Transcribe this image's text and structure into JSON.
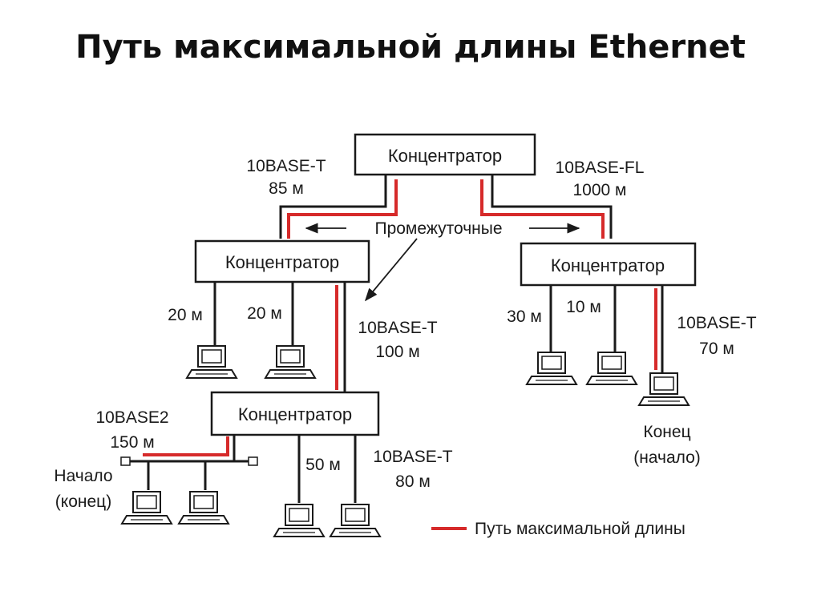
{
  "title": "Путь максимальной длины Ethernet",
  "colors": {
    "path": "#d62a2a",
    "line": "#1a1a1a"
  },
  "hubs": {
    "top": "Концентратор",
    "left": "Концентратор",
    "right": "Концентратор",
    "bottom": "Концентратор"
  },
  "labels": {
    "top_left_type": "10BASE-T",
    "top_left_len": "85 м",
    "top_right_type": "10BASE-FL",
    "top_right_len": "1000 м",
    "intermediate": "Промежуточные",
    "left_pc1_len": "20 м",
    "left_pc2_len": "20 м",
    "left_down_type": "10BASE-T",
    "left_down_len": "100 м",
    "right_pc1_len": "30 м",
    "right_pc2_len": "10 м",
    "right_pc3_type": "10BASE-T",
    "right_pc3_len": "70 м",
    "end_label_1": "Конец",
    "end_label_2": "(начало)",
    "coax_type": "10BASE2",
    "coax_len": "150 м",
    "start_label_1": "Начало",
    "start_label_2": "(конец)",
    "bottom_pc1_len": "50 м",
    "bottom_pc2_type": "10BASE-T",
    "bottom_pc2_len": "80 м"
  },
  "legend": {
    "label": "Путь максимальной длины"
  }
}
